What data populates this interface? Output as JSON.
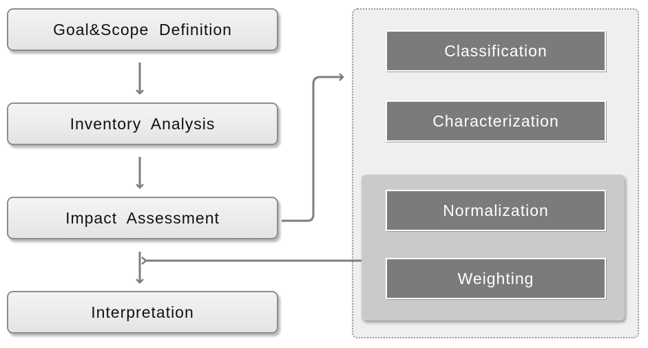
{
  "stages": {
    "goal_scope": "Goal&Scope  Definition",
    "inventory": "Inventory  Analysis",
    "impact": "Impact  Assessment",
    "interpretation": "Interpretation"
  },
  "impact_steps": {
    "classification": "Classification",
    "characterization": "Characterization",
    "normalization": "Normalization",
    "weighting": "Weighting"
  },
  "colors": {
    "connector": "#7d7d7d",
    "step_fill": "#7b7b7b",
    "optional_group_fill": "#cacaca"
  }
}
